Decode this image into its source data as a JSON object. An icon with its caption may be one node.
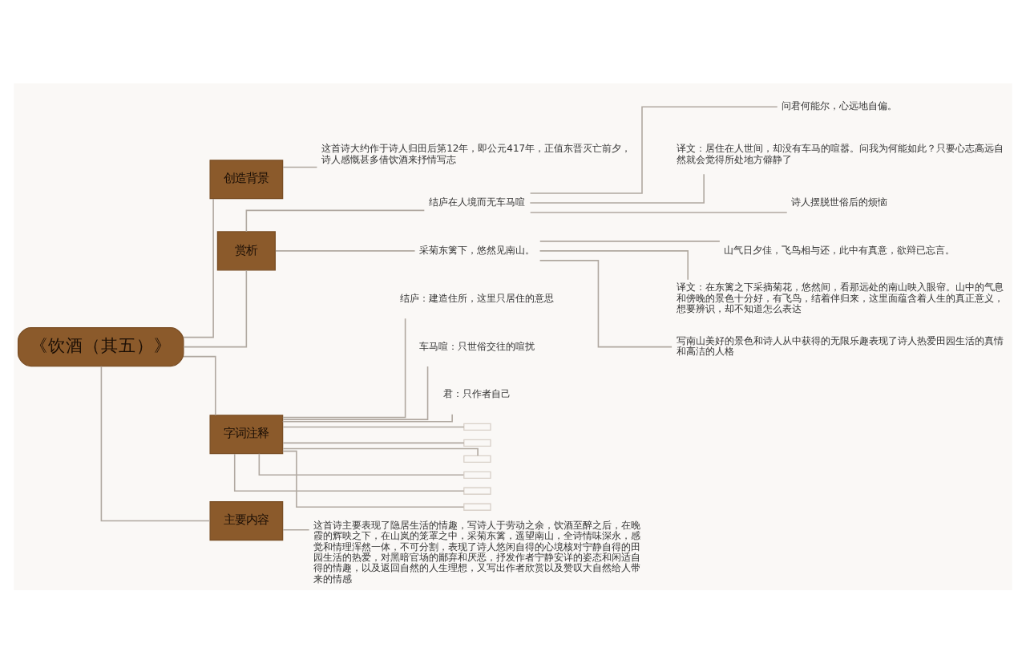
{
  "diagram": {
    "nodes": [
      {
        "text": [
          "《饮酒（其五）》"
        ]
      },
      {
        "text": [
          "创造背景"
        ]
      },
      {
        "text": [
          "这首诗大约作于诗人归田后第12年，即公元417年，正值东晋灭亡前夕，诗人感慨甚多借饮酒来抒情写志"
        ]
      },
      {
        "text": [
          "赏析"
        ]
      },
      {
        "text": [
          "结庐在人境而无车马喧"
        ]
      },
      {
        "text": [
          "问君何能尔，心远地自偏。"
        ]
      },
      {
        "text": [
          "译文：居住在人世间，却没有车马的喧嚣。问我为何能如此？只要心志高远自然就会觉得所处地方僻静了"
        ]
      },
      {
        "text": [
          "诗人摆脱世俗后的烦恼"
        ]
      },
      {
        "text": [
          "采菊东篱下，悠然见南山。"
        ]
      },
      {
        "text": [
          "山气日夕佳，飞鸟相与还，此中有真意，欲辩已忘言。"
        ]
      },
      {
        "text": [
          "译文：在东篱之下采摘菊花，悠然间，看那远处的南山映入眼帘。山中的气息和傍晚的景色十分好，有飞鸟，结着伴归来，这里面蕴含着人生的真正意义，想要辨识，却不知道怎么表达"
        ]
      },
      {
        "text": [
          "写南山美好的景色和诗人从中获得的无限乐趣表现了诗人热爱田园生活的真情和高洁的人格"
        ]
      },
      {
        "text": [
          "字词注释"
        ]
      },
      {
        "text": [
          "结庐：建造住所，这里只居住的意思"
        ]
      },
      {
        "text": [
          "车马喧：只世俗交往的喧扰"
        ]
      },
      {
        "text": [
          "君：只作者自己"
        ]
      },
      {
        "text": [],
        "shape": "box"
      },
      {
        "text": [],
        "shape": "box"
      },
      {
        "text": [],
        "shape": "box"
      },
      {
        "text": [],
        "shape": "box"
      },
      {
        "text": [],
        "shape": "box"
      },
      {
        "text": [],
        "shape": "box"
      },
      {
        "text": [
          "主要内容"
        ]
      },
      {
        "text": [
          "这首诗主要表现了隐居生活的情趣，写诗人于劳动之余，饮酒至醉之后，在晚霞的辉映之下，在山岚的笼罩之中，采菊东篱，遥望南山，全诗情味深永，感觉和情理浑然一体，不可分割，表现了诗人悠闲自得的心境核对宁静自得的田园生活的热爱，对黑暗官场的鄙弃和厌恶，抒发作者宁静安详的姿态和闲适自得的情趣，以及返回自然的人生理想，又写出作者欣赏以及赞叹大自然给人带来的情感"
        ]
      }
    ],
    "edges": [
      {
        "from": 0,
        "to": 1,
        "arrow": "none"
      },
      {
        "from": 1,
        "to": 2,
        "arrow": "none"
      },
      {
        "from": 0,
        "to": 3,
        "arrow": "none"
      },
      {
        "from": 3,
        "to": 4,
        "arrow": "none"
      },
      {
        "from": 4,
        "to": 5,
        "arrow": "none"
      },
      {
        "from": 4,
        "to": 6,
        "arrow": "none"
      },
      {
        "from": 4,
        "to": 7,
        "arrow": "none"
      },
      {
        "from": 3,
        "to": 8,
        "arrow": "none"
      },
      {
        "from": 8,
        "to": 9,
        "arrow": "none"
      },
      {
        "from": 8,
        "to": 10,
        "arrow": "none"
      },
      {
        "from": 8,
        "to": 11,
        "arrow": "none"
      },
      {
        "from": 0,
        "to": 12,
        "arrow": "none"
      },
      {
        "from": 12,
        "to": 13,
        "arrow": "none"
      },
      {
        "from": 12,
        "to": 14,
        "arrow": "none"
      },
      {
        "from": 12,
        "to": 15,
        "arrow": "none"
      },
      {
        "from": 12,
        "to": 16,
        "arrow": "none"
      },
      {
        "from": 12,
        "to": 17,
        "arrow": "none"
      },
      {
        "from": 12,
        "to": 18,
        "arrow": "none"
      },
      {
        "from": 12,
        "to": 19,
        "arrow": "none"
      },
      {
        "from": 12,
        "to": 20,
        "arrow": "none"
      },
      {
        "from": 12,
        "to": 21,
        "arrow": "none"
      },
      {
        "from": 0,
        "to": 22,
        "arrow": "none"
      },
      {
        "from": 22,
        "to": 23,
        "arrow": "none"
      }
    ]
  }
}
